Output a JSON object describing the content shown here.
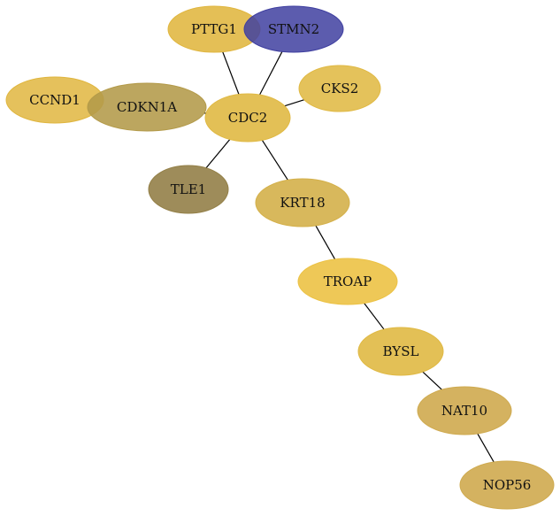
{
  "diagram": {
    "type": "network",
    "nodes": [
      {
        "id": "pttg1",
        "label": "PTTG1",
        "color": "#e0b63f",
        "opacity": 0.88
      },
      {
        "id": "stmn2",
        "label": "STMN2",
        "color": "#3f3fa0",
        "opacity": 0.85
      },
      {
        "id": "ccnd1",
        "label": "CCND1",
        "color": "#e0b63f",
        "opacity": 0.85
      },
      {
        "id": "cdkn1a",
        "label": "CDKN1A",
        "color": "#b39a49",
        "opacity": 0.88
      },
      {
        "id": "cks2",
        "label": "CKS2",
        "color": "#e0b944",
        "opacity": 0.88
      },
      {
        "id": "cdc2",
        "label": "CDC2",
        "color": "#e0b944",
        "opacity": 0.9
      },
      {
        "id": "tle1",
        "label": "TLE1",
        "color": "#948048",
        "opacity": 0.9
      },
      {
        "id": "krt18",
        "label": "KRT18",
        "color": "#d4b04a",
        "opacity": 0.9
      },
      {
        "id": "troap",
        "label": "TROAP",
        "color": "#ecc245",
        "opacity": 0.9
      },
      {
        "id": "bysl",
        "label": "BYSL",
        "color": "#e0b944",
        "opacity": 0.9
      },
      {
        "id": "nat10",
        "label": "NAT10",
        "color": "#cfaa4f",
        "opacity": 0.9
      },
      {
        "id": "nop56",
        "label": "NOP56",
        "color": "#cfaa4f",
        "opacity": 0.9
      }
    ],
    "edges": [
      {
        "from": "pttg1",
        "to": "cdc2"
      },
      {
        "from": "stmn2",
        "to": "cdc2"
      },
      {
        "from": "cdkn1a",
        "to": "cdc2"
      },
      {
        "from": "cks2",
        "to": "cdc2"
      },
      {
        "from": "cdc2",
        "to": "tle1"
      },
      {
        "from": "cdc2",
        "to": "krt18"
      },
      {
        "from": "krt18",
        "to": "troap"
      },
      {
        "from": "troap",
        "to": "bysl"
      },
      {
        "from": "bysl",
        "to": "nat10"
      },
      {
        "from": "nat10",
        "to": "nop56"
      }
    ]
  }
}
